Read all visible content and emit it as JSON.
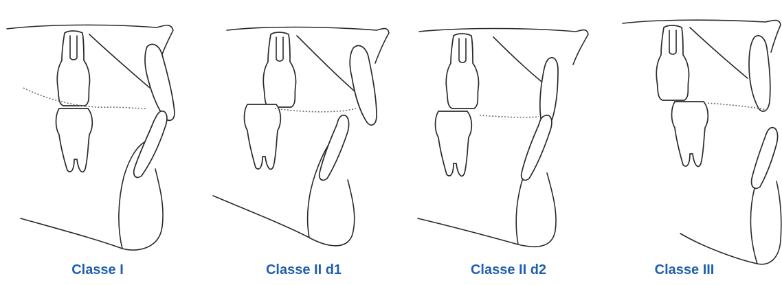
{
  "panels": [
    {
      "label": "Classe I"
    },
    {
      "label": "Classe II d1"
    },
    {
      "label": "Classe II d2"
    },
    {
      "label": "Classe III"
    }
  ],
  "colors": {
    "caption": "#1f5fae",
    "line": "#2a2a2a",
    "occlusal_dash": "#6b6b6b",
    "background": "#ffffff"
  }
}
